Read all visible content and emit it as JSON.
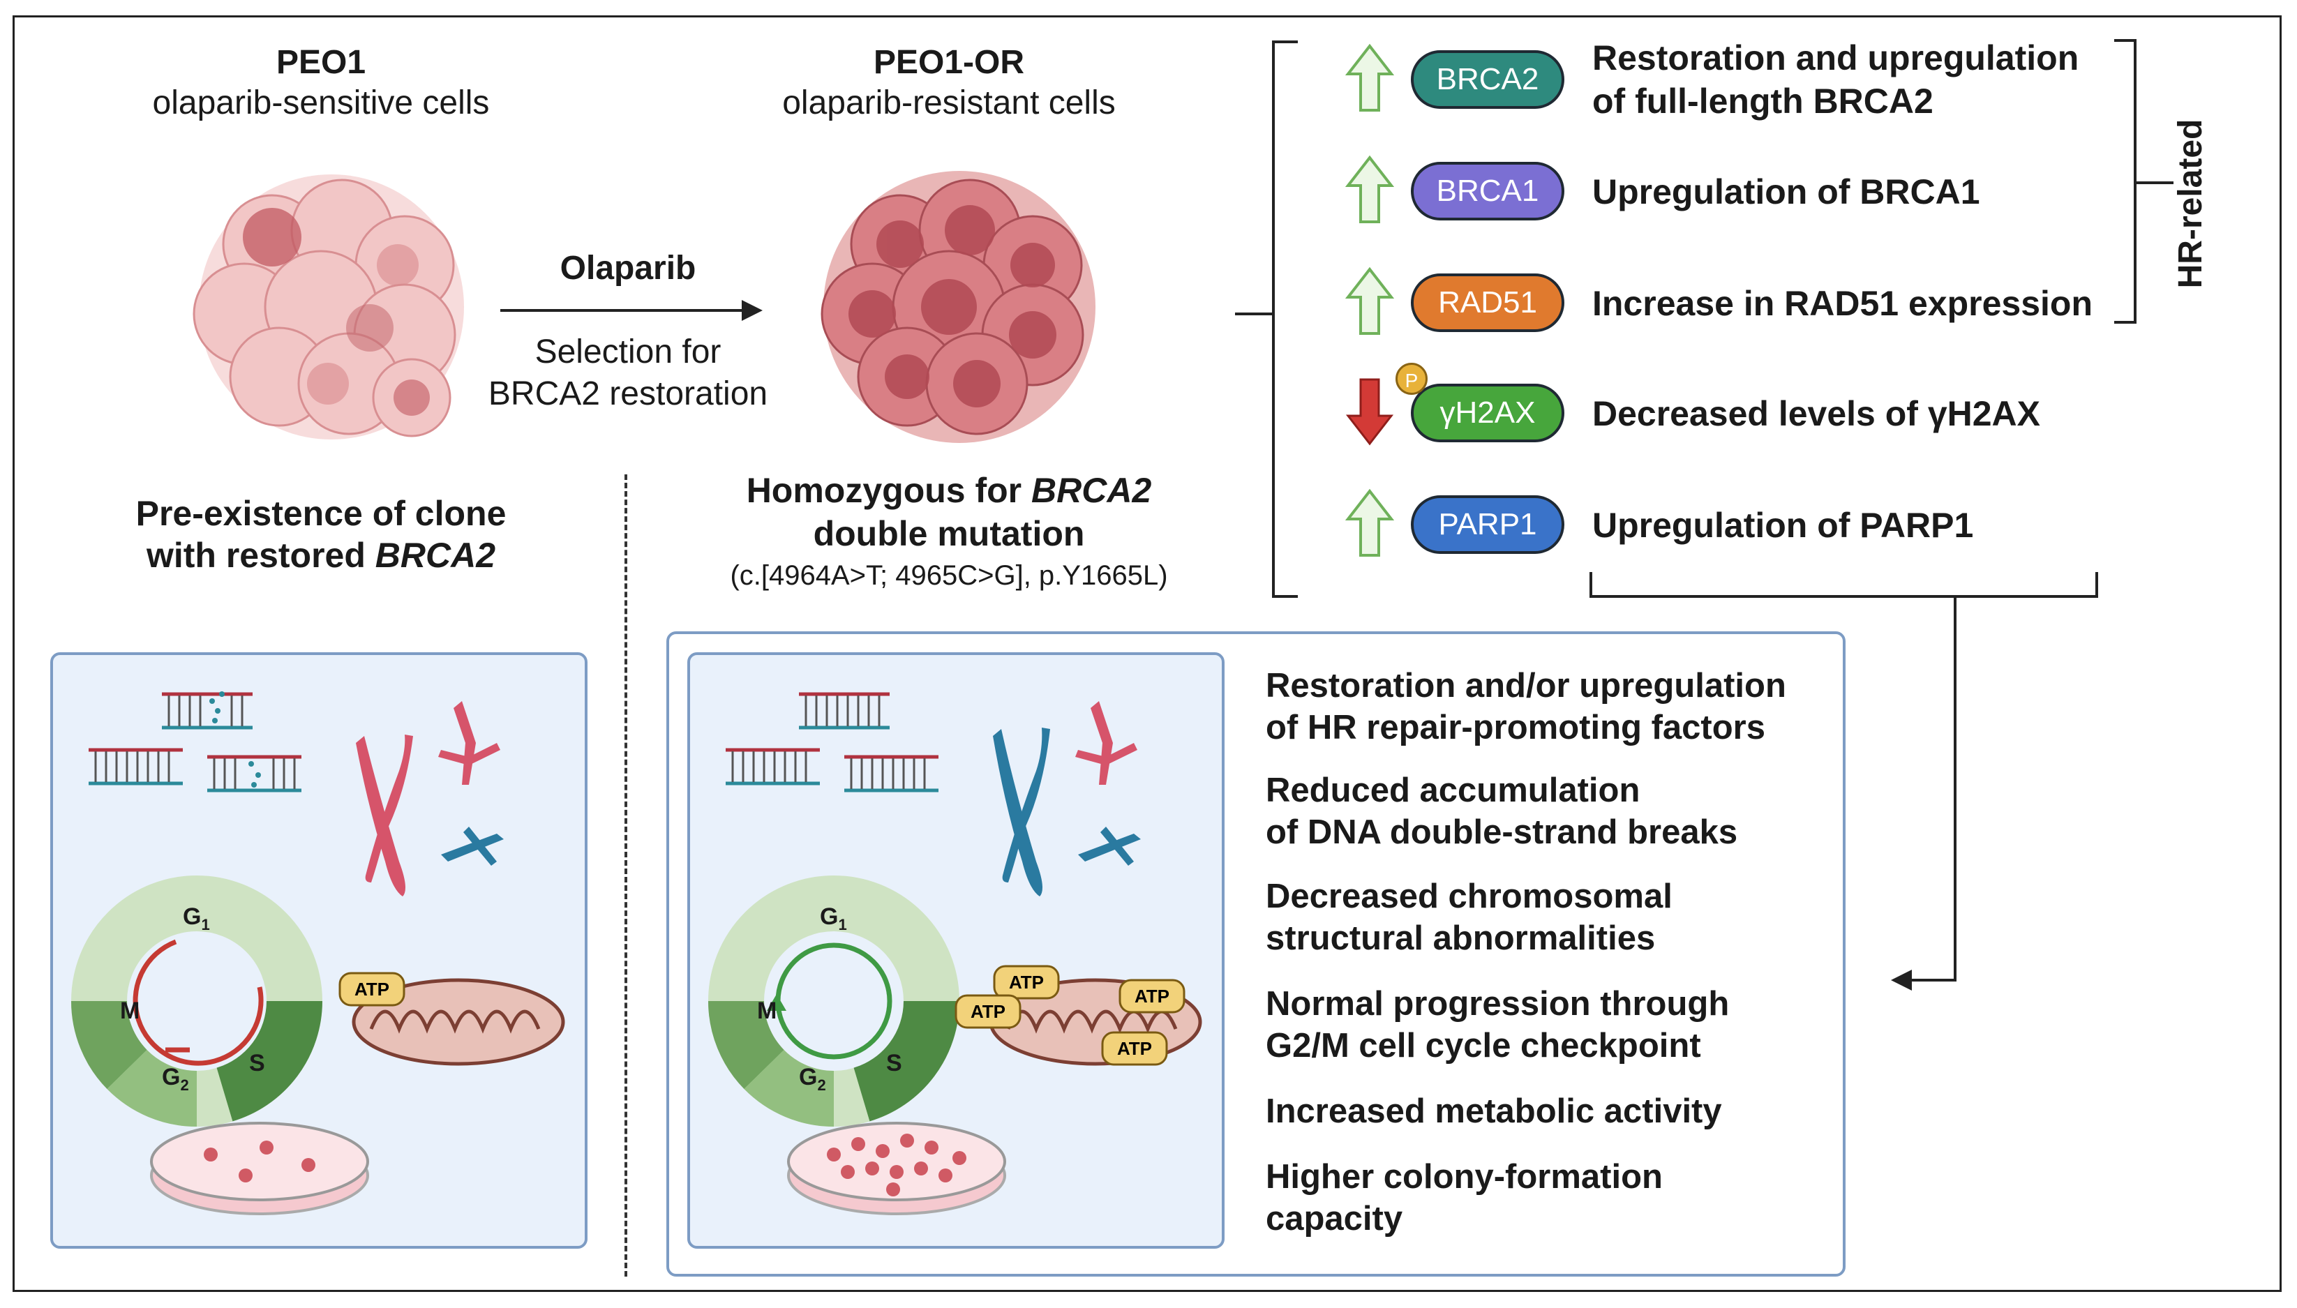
{
  "left_cell": {
    "title": "PEO1",
    "subtitle": "olaparib-sensitive cells",
    "note_line1": "Pre-existence of clone",
    "note_line2_prefix": "with restored ",
    "note_line2_gene": "BRCA2"
  },
  "arrow": {
    "drug": "Olaparib",
    "selection_line1": "Selection for",
    "selection_line2": "BRCA2 restoration"
  },
  "right_cell": {
    "title": "PEO1-OR",
    "subtitle": "olaparib-resistant cells",
    "mutation_line1_prefix": "Homozygous for ",
    "mutation_line1_gene": "BRCA2",
    "mutation_line2": "double mutation",
    "mutation_detail": "(c.[4964A>T; 4965C>G], p.Y1665L)"
  },
  "proteins": [
    {
      "name": "BRCA2",
      "direction": "up",
      "color": "#2e8a7e",
      "desc_line1": "Restoration and upregulation",
      "desc_line2": "of full-length BRCA2"
    },
    {
      "name": "BRCA1",
      "direction": "up",
      "color": "#7b6fd3",
      "desc_line1": "Upregulation of BRCA1",
      "desc_line2": ""
    },
    {
      "name": "RAD51",
      "direction": "up",
      "color": "#e07a2e",
      "desc_line1": "Increase in RAD51 expression",
      "desc_line2": ""
    },
    {
      "name": "γH2AX",
      "direction": "down",
      "color": "#47a63c",
      "desc_line1": "Decreased levels of γH2AX",
      "desc_line2": "",
      "phospho_label": "P"
    },
    {
      "name": "PARP1",
      "direction": "up",
      "color": "#3a73c9",
      "desc_line1": "Upregulation of PARP1",
      "desc_line2": ""
    }
  ],
  "hr_label": "HR-related",
  "cell_cycle": {
    "g1": "G",
    "g1_sub": "1",
    "g2": "G",
    "g2_sub": "2",
    "m": "M",
    "s": "S"
  },
  "atp_label": "ATP",
  "outcomes": [
    {
      "line1": "Restoration and/or upregulation",
      "line2": "of HR repair-promoting factors"
    },
    {
      "line1": "Reduced accumulation",
      "line2": "of DNA double-strand breaks"
    },
    {
      "line1": "Decreased chromosomal",
      "line2": "structural abnormalities"
    },
    {
      "line1": "Normal progression through",
      "line2": "G2/M cell cycle checkpoint"
    },
    {
      "line1": "Increased metabolic activity",
      "line2": ""
    },
    {
      "line1": "Higher colony-formation",
      "line2": "capacity"
    }
  ],
  "colors": {
    "panel_border": "#7d9cc4",
    "panel_fill": "#e9f1fb",
    "up_arrow": "#8ac276",
    "down_arrow": "#c9302c",
    "cell_pink": "#e8a0a4"
  }
}
